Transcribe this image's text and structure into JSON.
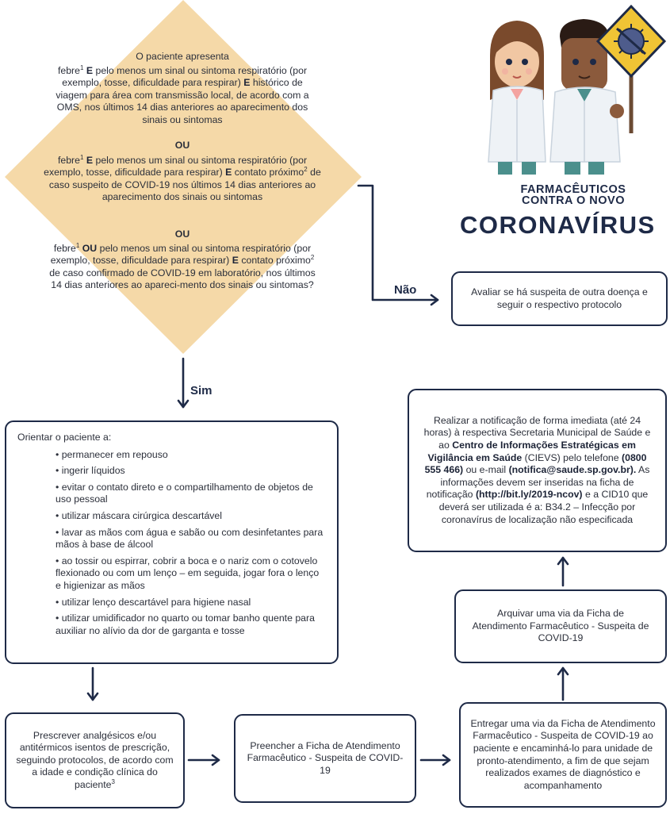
{
  "diamond": {
    "heading": "O paciente apresenta",
    "cond1": {
      "a": "febre",
      "sup1": "1",
      "b": "E",
      "c": "pelo menos um sinal ou sintoma respiratório (por exemplo, tosse, dificuldade para respirar)",
      "d": "E",
      "e": "histórico de viagem para área com transmissão local, de acordo com a OMS, nos últimos 14 dias anteriores ao aparecimento dos sinais ou sintomas"
    },
    "or1": "OU",
    "cond2": {
      "a": "febre",
      "sup1": "1",
      "b": "E",
      "c": "pelo menos um sinal ou sintoma respiratório (por exemplo, tosse, dificuldade para respirar)",
      "d": "E",
      "e": "contato próximo",
      "sup2": "2",
      "f": "de caso suspeito de COVID-19 nos últimos 14 dias anteriores ao aparecimento dos sinais ou sintomas"
    },
    "or2": "OU",
    "cond3": {
      "a": "febre",
      "sup1": "1",
      "b": "OU",
      "c": "pelo menos um sinal ou sintoma respiratório (por exemplo, tosse, dificuldade para respirar)",
      "d": "E",
      "e": "contato próximo",
      "sup2": "2",
      "f": "de caso confirmado de COVID-19 em laboratório, nos últimos 14 dias anteriores ao apareci-mento dos sinais ou sintomas?"
    }
  },
  "labels": {
    "no": "Não",
    "yes": "Sim"
  },
  "box_other": "Avaliar se há suspeita de outra doença e seguir o respectivo protocolo",
  "brand": {
    "line1": "FARMACÊUTICOS",
    "line2": "CONTRA O NOVO",
    "line3": "CORONAVÍRUS"
  },
  "guide": {
    "title": "Orientar o paciente a:",
    "items": [
      "• permanecer em repouso",
      "• ingerir líquidos",
      "• evitar o contato direto e o compartilhamento de objetos de uso pessoal",
      "• utilizar máscara cirúrgica descartável",
      "• lavar as mãos com água e sabão ou com desinfetantes para mãos à base de álcool",
      "• ao tossir ou espirrar, cobrir a boca e o nariz com o cotovelo flexionado ou com um lenço – em seguida, jogar fora o lenço e higienizar as mãos",
      "• utilizar lenço descartável para higiene nasal",
      "• utilizar umidificador no quarto ou tomar banho quente para auxiliar no alívio da dor de garganta e tosse"
    ]
  },
  "box_prescribe": {
    "text": "Prescrever analgésicos e/ou antitérmicos isentos de prescrição, seguindo protocolos, de acordo com a idade e condição clínica do paciente",
    "sup": "3"
  },
  "box_fill": "Preencher a Ficha de Atendimento Farmacêutico - Suspeita de COVID-19",
  "box_deliver": "Entregar uma via da Ficha de Atendimento Farmacêutico - Suspeita de COVID-19 ao paciente e encaminhá-lo para unidade de pronto-atendimento, a fim de que sejam realizados exames de diagnóstico e acompanhamento",
  "box_archive": "Arquivar uma via da Ficha de Atendimento Farmacêutico - Suspeita de COVID-19",
  "box_notify": {
    "t1": "Realizar a notificação de forma imediata (até 24 horas) à respectiva Secretaria Municipal de Saúde e ao",
    "b1": "Centro de Informações Estratégicas em Vigilância em Saúde",
    "t2": "(CIEVS) pelo telefone",
    "b2": "(0800 555 466)",
    "t3": "ou e-mail",
    "b3": "(notifica@saude.sp.gov.br).",
    "t4": "As informações devem ser inseridas na ficha de notificação",
    "b4": "(http://bit.ly/2019-ncov)",
    "t5": "e a CID10 que deverá ser utilizada é a: B34.2 – Infecção por coronavírus de localização não especificada"
  },
  "colors": {
    "diamond": "#f5d9a8",
    "navy": "#1e2a47",
    "sign": "#f0c435"
  }
}
